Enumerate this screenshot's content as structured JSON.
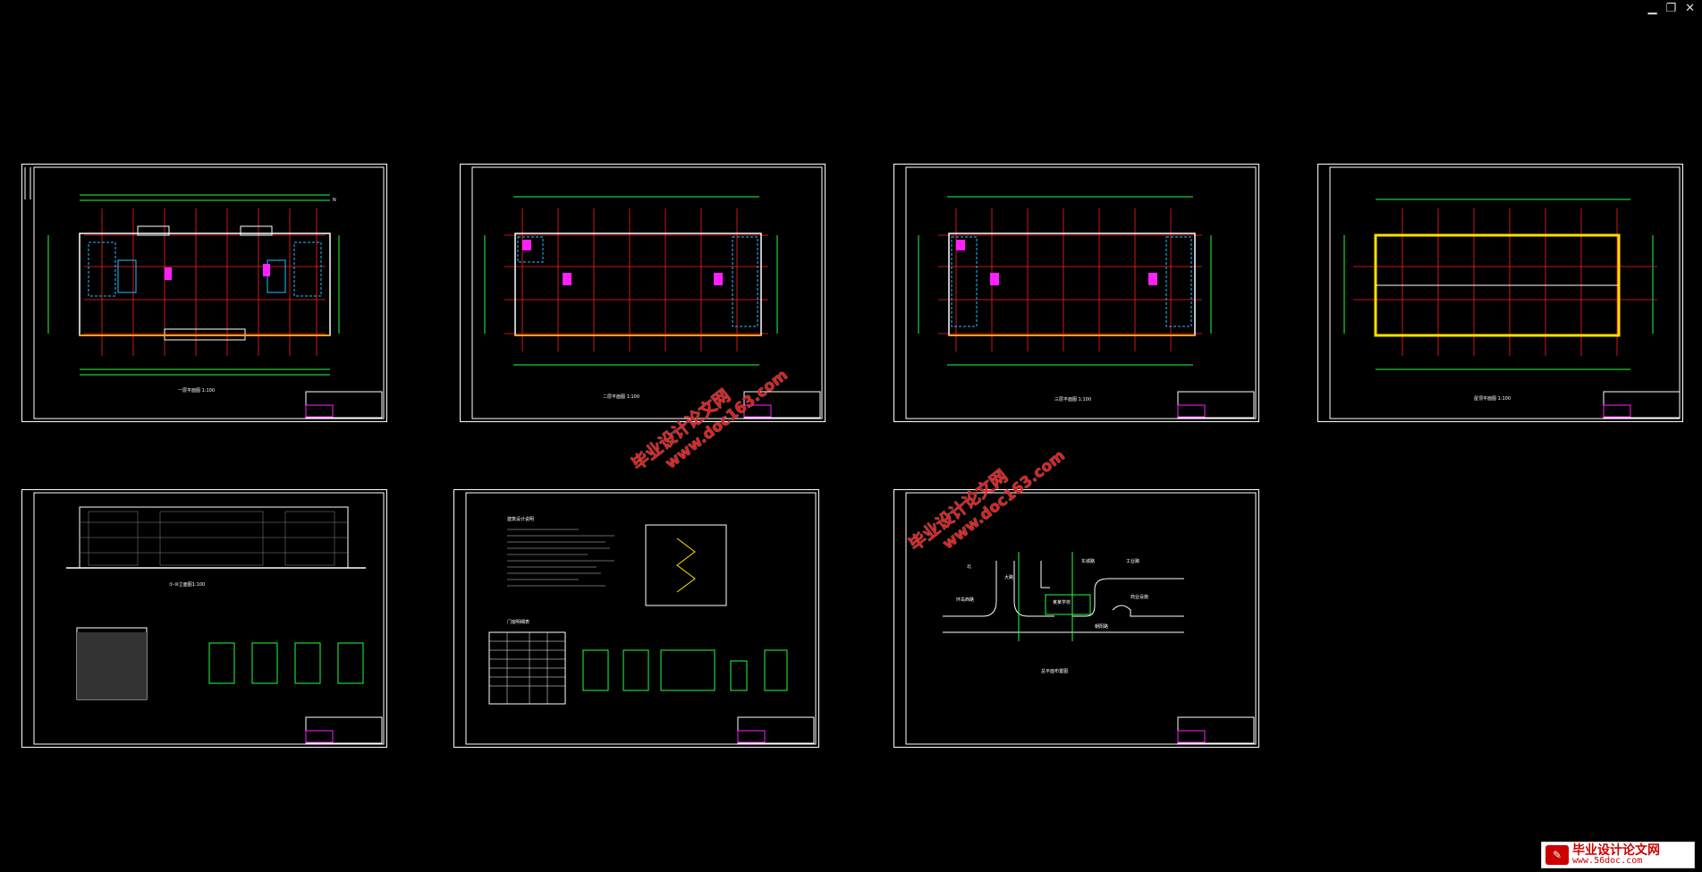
{
  "window_controls": {
    "minimize": "▁",
    "restore": "❐",
    "close": "✕"
  },
  "sheets": [
    {
      "caption": "一层平面图 1:100"
    },
    {
      "caption": "二层平面图 1:100"
    },
    {
      "caption": "三层平面图 1:100"
    },
    {
      "caption": "屋顶平面图 1:100"
    },
    {
      "caption": "①-⑩立面图1:100"
    },
    {
      "notes_title": "建筑设计说明",
      "table_title": "门窗明细表"
    },
    {
      "caption": "总平面布置图",
      "road_labels": [
        "北",
        "环岛西路",
        "大路",
        "东城路",
        "工业路",
        "某某学校",
        "朝阳路",
        "商业设施"
      ]
    }
  ],
  "watermarks": [
    {
      "line1": "毕业设计论文网",
      "line2": "www.doc163.com"
    },
    {
      "line1": "毕业设计论文网",
      "line2": "www.doc163.com"
    }
  ],
  "logo": {
    "title": "毕业设计论文网",
    "url": "www.56doc.com"
  },
  "colors": {
    "background": "#000000",
    "frame": "#ffffff",
    "grid": "#ff2020",
    "dims": "#20ff40",
    "cyan": "#20c0ff",
    "magenta": "#ff20ff",
    "yellow": "#ffe000"
  }
}
